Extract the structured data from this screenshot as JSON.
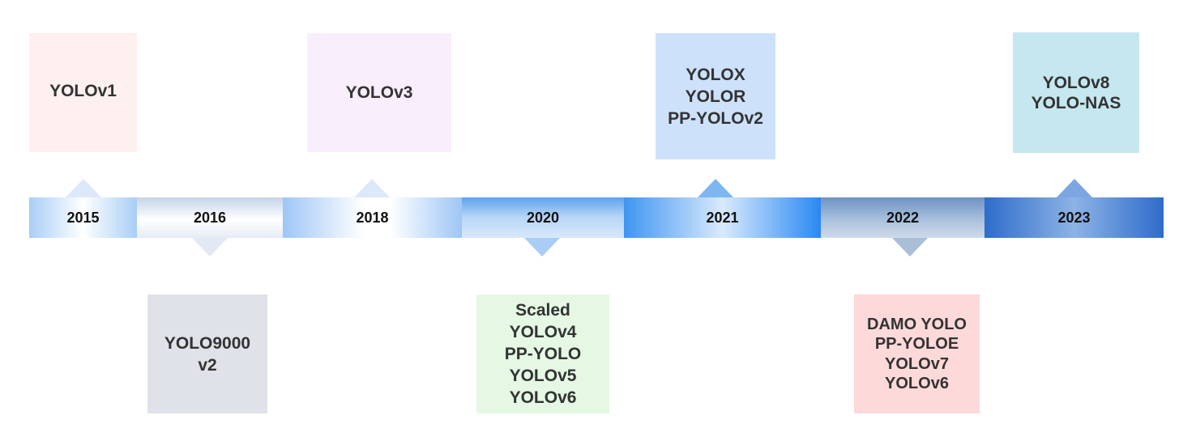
{
  "timeline": {
    "years": [
      "2015",
      "2016",
      "2018",
      "2020",
      "2021",
      "2022",
      "2023"
    ]
  },
  "boxes": {
    "y2015": {
      "lines": [
        "YOLOv1"
      ]
    },
    "y2016": {
      "lines": [
        "YOLO9000",
        "v2"
      ]
    },
    "y2018": {
      "lines": [
        "YOLOv3"
      ]
    },
    "y2020": {
      "lines": [
        "Scaled",
        "YOLOv4",
        "PP-YOLO",
        "YOLOv5",
        "YOLOv6"
      ]
    },
    "y2021": {
      "lines": [
        "YOLOX",
        "YOLOR",
        "PP-YOLOv2"
      ]
    },
    "y2022": {
      "lines": [
        "DAMO YOLO",
        "PP-YOLOE",
        "YOLOv7",
        "YOLOv6"
      ]
    },
    "y2023": {
      "lines": [
        "YOLOv8",
        "YOLO-NAS"
      ]
    }
  },
  "colors": {
    "box2015": "#fdf0ee",
    "box2016": "#dfe2e8",
    "box2018": "#f8eefc",
    "box2020": "#e4f8e4",
    "box2021": "#cde1fb",
    "box2022": "#fdd9d9",
    "box2023": "#c5e7ef"
  }
}
